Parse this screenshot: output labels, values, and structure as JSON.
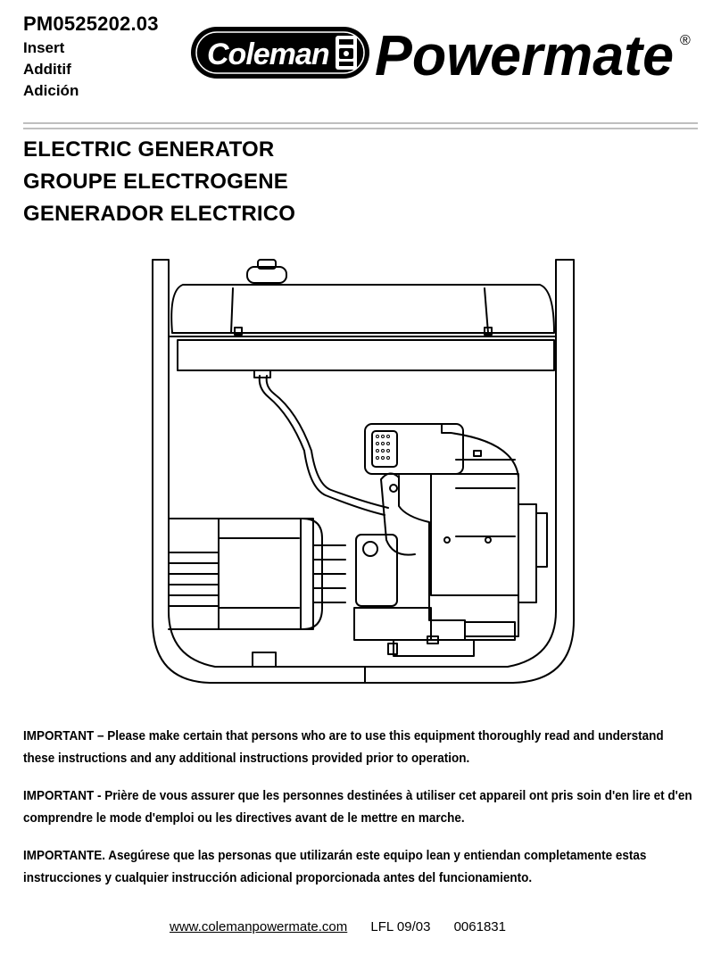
{
  "header": {
    "part_number": "PM0525202.03",
    "insert_labels": [
      "Insert",
      "Additif",
      "Adición"
    ],
    "logo": {
      "brand_primary": "Coleman",
      "brand_secondary": "Powermate",
      "registered_mark": "®",
      "icon": "lantern-icon",
      "color": "#000000"
    }
  },
  "titles": [
    "ELECTRIC GENERATOR",
    "GROUPE ELECTROGENE",
    "GENERADOR ELECTRICO"
  ],
  "illustration": {
    "icon": "generator-line-drawing"
  },
  "notices": [
    "IMPORTANT – Please make certain that persons who are to use this equipment thoroughly read and understand these instructions and any additional instructions provided prior to operation.",
    "IMPORTANT - Prière de vous assurer que les personnes destinées à utiliser cet appareil ont pris soin d'en lire et d'en comprendre le mode d'emploi ou les directives avant de le mettre en marche.",
    "IMPORTANTE.  Asegúrese que las personas que utilizarán este equipo lean y entiendan completamente estas instrucciones y cualquier instrucción adicional proporcionada antes del funcionamiento."
  ],
  "footer": {
    "website": "www.colemanpowermate.com",
    "code": "LFL  09/03",
    "doc_number": "0061831"
  }
}
